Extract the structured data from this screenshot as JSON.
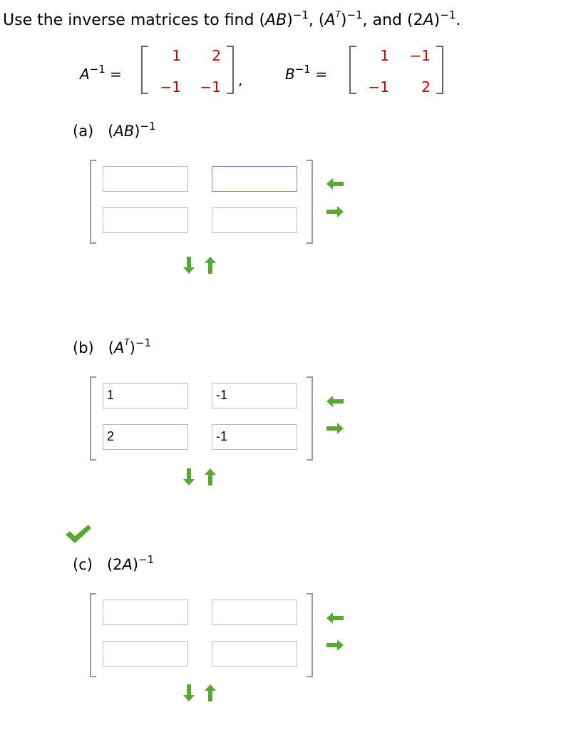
{
  "prompt": {
    "text_a": "Use the inverse matrices to find (",
    "ab": "AB",
    "text_b": ")",
    "exp1": "−1",
    "text_c": ", (",
    "a": "A",
    "t": "T",
    "text_d": ")",
    "exp2": "−1",
    "text_e": ", and (2",
    "a2": "A",
    "text_f": ")",
    "exp3": "−1",
    "text_g": "."
  },
  "given": {
    "a_label": "A",
    "a_exp": "−1",
    "b_label": "B",
    "b_exp": "−1",
    "eq": "=",
    "comma": ",",
    "a_inv": [
      [
        "1",
        "2"
      ],
      [
        "−1",
        "−1"
      ]
    ],
    "b_inv": [
      [
        "1",
        "−1"
      ],
      [
        "−1",
        "2"
      ]
    ]
  },
  "parts": {
    "a": {
      "letter": "(a)",
      "expr_pre": "(",
      "expr_var": "AB",
      "expr_post": ")",
      "exp": "−1",
      "cells": [
        [
          "",
          ""
        ],
        [
          "",
          ""
        ]
      ]
    },
    "b": {
      "letter": "(b)",
      "expr_pre": "(",
      "expr_var": "A",
      "expr_t": "T",
      "expr_post": ")",
      "exp": "−1",
      "cells": [
        [
          "1",
          "-1"
        ],
        [
          "2",
          "-1"
        ]
      ]
    },
    "c": {
      "letter": "(c)",
      "expr_pre": "(2",
      "expr_var": "A",
      "expr_post": ")",
      "exp": "−1",
      "cells": [
        [
          "",
          ""
        ],
        [
          "",
          ""
        ]
      ]
    }
  },
  "icons": {
    "row_arrows": [
      "arrow-left-icon",
      "arrow-right-icon"
    ],
    "col_arrows": [
      "arrow-down-icon",
      "arrow-up-icon"
    ],
    "correct": "checkmark-icon"
  },
  "colors": {
    "given_values": "#cc0000",
    "arrow": "#5aa833",
    "check": "#5aa833",
    "focus_border": "#6f93c7"
  }
}
